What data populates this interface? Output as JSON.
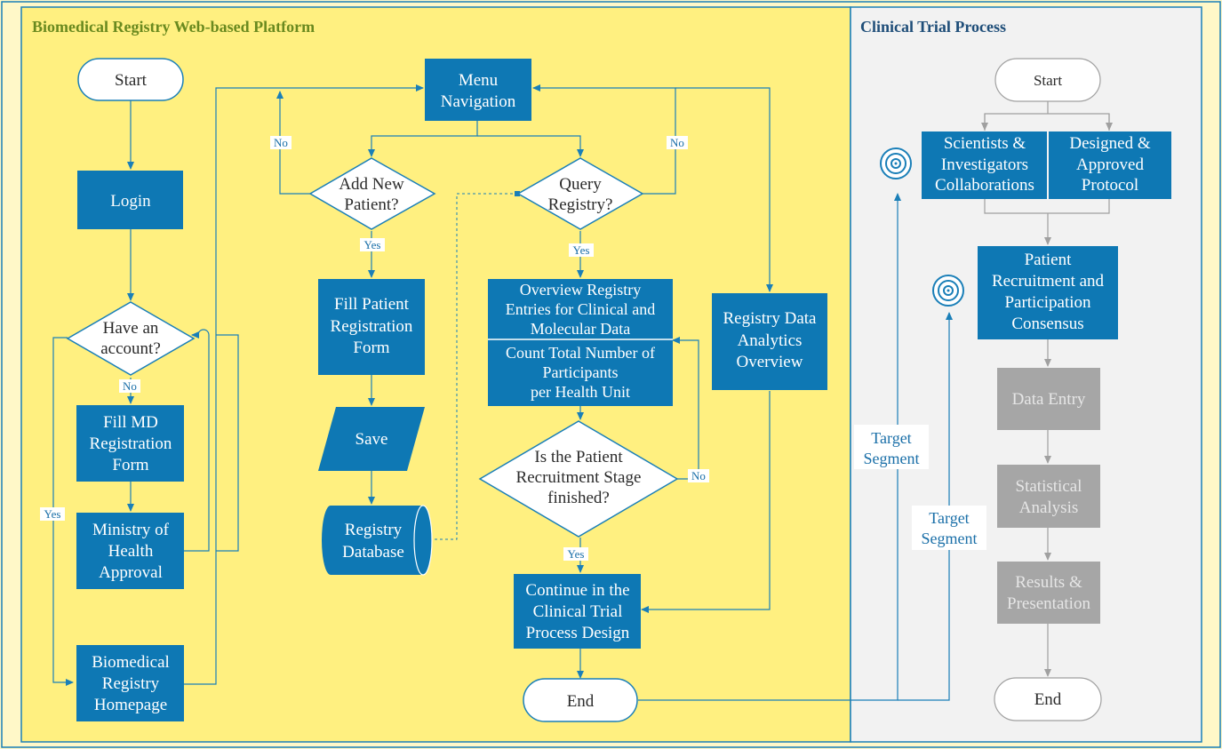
{
  "panels": {
    "left_title": "Biomedical Registry Web-based Platform",
    "right_title": "Clinical Trial Process"
  },
  "left": {
    "start": "Start",
    "login": "Login",
    "have_account": [
      "Have an",
      "account?"
    ],
    "fill_md": [
      "Fill MD",
      "Registration",
      "Form"
    ],
    "moh": [
      "Ministry of",
      "Health",
      "Approval"
    ],
    "homepage": [
      "Biomedical",
      "Registry",
      "Homepage"
    ],
    "menu": [
      "Menu",
      "Navigation"
    ],
    "add_patient": [
      "Add New",
      "Patient?"
    ],
    "fill_patient": [
      "Fill Patient",
      "Registration",
      "Form"
    ],
    "save": "Save",
    "database": [
      "Registry",
      "Database"
    ],
    "query": [
      "Query",
      "Registry?"
    ],
    "overview": [
      "Overview Registry",
      "Entries for Clinical and",
      "Molecular Data"
    ],
    "count": [
      "Count Total Number of",
      "Participants",
      "per Health Unit"
    ],
    "analytics": [
      "Registry Data",
      "Analytics",
      "Overview"
    ],
    "recruit_q": [
      "Is the Patient",
      "Recruitment Stage",
      "finished?"
    ],
    "continue": [
      "Continue in the",
      "Clinical Trial",
      "Process Design"
    ],
    "end": "End",
    "yes": "Yes",
    "no": "No"
  },
  "right": {
    "start": "Start",
    "scientists": [
      "Scientists &",
      "Investigators",
      "Collaborations"
    ],
    "protocol": [
      "Designed &",
      "Approved",
      "Protocol"
    ],
    "recruitment": [
      "Patient",
      "Recruitment and",
      "Participation",
      "Consensus"
    ],
    "data_entry": "Data  Entry",
    "stats": [
      "Statistical",
      "Analysis"
    ],
    "results": [
      "Results &",
      "Presentation"
    ],
    "end": "End",
    "target1": [
      "Target",
      "Segment"
    ],
    "target2": [
      "Target",
      "Segment"
    ]
  },
  "colors": {
    "blue": "#0e78b4",
    "gray": "#a6a6a6",
    "yellow": "#fff080",
    "panel_gray": "#f2f2f2",
    "line": "#1a7fb8"
  }
}
